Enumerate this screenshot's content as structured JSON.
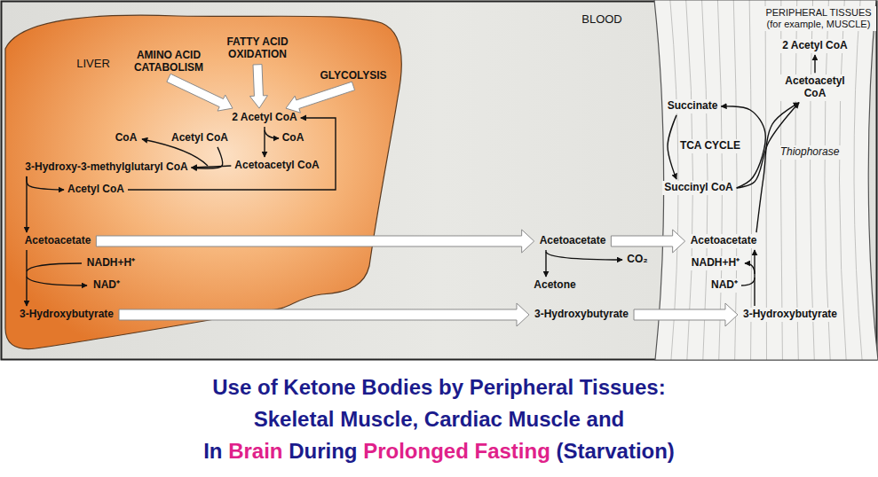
{
  "diagram": {
    "caption": "Use of Ketone Bodies by Peripheral Tissues: Skeletal Muscle, Cardiac Muscle and In Brain During Prolonged Fasting (Starvation)",
    "nodes": [
      {
        "text": [
          "LIVER"
        ]
      },
      {
        "text": [
          "AMINO ACID CATABOLISM"
        ],
        "in": 0
      },
      {
        "text": [
          "FATTY ACID OXIDATION"
        ],
        "in": 0
      },
      {
        "text": [
          "GLYCOLYSIS"
        ],
        "in": 0
      },
      {
        "text": [
          "2 Acetyl CoA"
        ],
        "in": 0
      },
      {
        "text": [
          "Acetyl CoA"
        ],
        "in": 0
      },
      {
        "text": [
          "Acetoacetyl CoA"
        ],
        "in": 0
      },
      {
        "text": [
          "3-Hydroxy-3-methylglutaryl CoA"
        ],
        "in": 0
      },
      {
        "text": [
          "Acetyl CoA"
        ],
        "in": 0
      },
      {
        "text": [
          "Acetoacetate"
        ],
        "in": 0
      },
      {
        "text": [
          "3-Hydroxybutyrate"
        ],
        "in": 0
      },
      {
        "text": [
          "Acetoacetate"
        ]
      },
      {
        "text": [
          "Acetone"
        ]
      },
      {
        "text": [
          "3-Hydroxybutyrate"
        ]
      },
      {
        "text": [
          "PERIPHERAL TISSUES (for example, MUSCLE)"
        ]
      },
      {
        "text": [
          "Acetoacetate"
        ],
        "in": 14
      },
      {
        "text": [
          "3-Hydroxybutyrate"
        ],
        "in": 14
      },
      {
        "text": [
          "Succinate"
        ],
        "in": 14
      },
      {
        "text": [
          "Succinyl CoA"
        ],
        "in": 14
      },
      {
        "text": [
          "Acetoacetyl CoA"
        ],
        "in": 14
      },
      {
        "text": [
          "2 Acetyl CoA"
        ],
        "in": 14
      }
    ],
    "edges": [
      {
        "from": 1,
        "to": 4,
        "arrow": "to"
      },
      {
        "from": 2,
        "to": 4,
        "arrow": "to"
      },
      {
        "from": 3,
        "to": 4,
        "arrow": "to"
      },
      {
        "from": 4,
        "to": 6,
        "arrow": "to"
      },
      {
        "from": 6,
        "to": 7,
        "arrow": "to"
      },
      {
        "from": 5,
        "to": 7,
        "arrow": "to"
      },
      {
        "from": 7,
        "to": 9,
        "arrow": "to"
      },
      {
        "from": 7,
        "to": 8,
        "arrow": "to"
      },
      {
        "from": 8,
        "to": 4,
        "arrow": "to"
      },
      {
        "from": 9,
        "to": 10,
        "arrow": "to"
      },
      {
        "from": 9,
        "to": 11,
        "arrow": "to"
      },
      {
        "from": 10,
        "to": 13,
        "arrow": "to"
      },
      {
        "from": 11,
        "to": 15,
        "arrow": "to"
      },
      {
        "from": 13,
        "to": 16,
        "arrow": "to"
      },
      {
        "from": 11,
        "to": 12,
        "arrow": "to"
      },
      {
        "from": 16,
        "to": 15,
        "arrow": "to"
      },
      {
        "from": 15,
        "to": 19,
        "arrow": "to"
      },
      {
        "from": 18,
        "to": 19,
        "arrow": "to"
      },
      {
        "from": 18,
        "to": 17,
        "arrow": "to"
      },
      {
        "from": 17,
        "to": 18,
        "arrow": "to"
      },
      {
        "from": 19,
        "to": 20,
        "arrow": "to"
      }
    ],
    "labels": [
      "BLOOD",
      "CoA",
      "CoA",
      "NADH+H⁺",
      "NAD⁺",
      "CO₂",
      "TCA CYCLE",
      "Thiophorase",
      "NADH+H⁺",
      "NAD⁺"
    ]
  }
}
